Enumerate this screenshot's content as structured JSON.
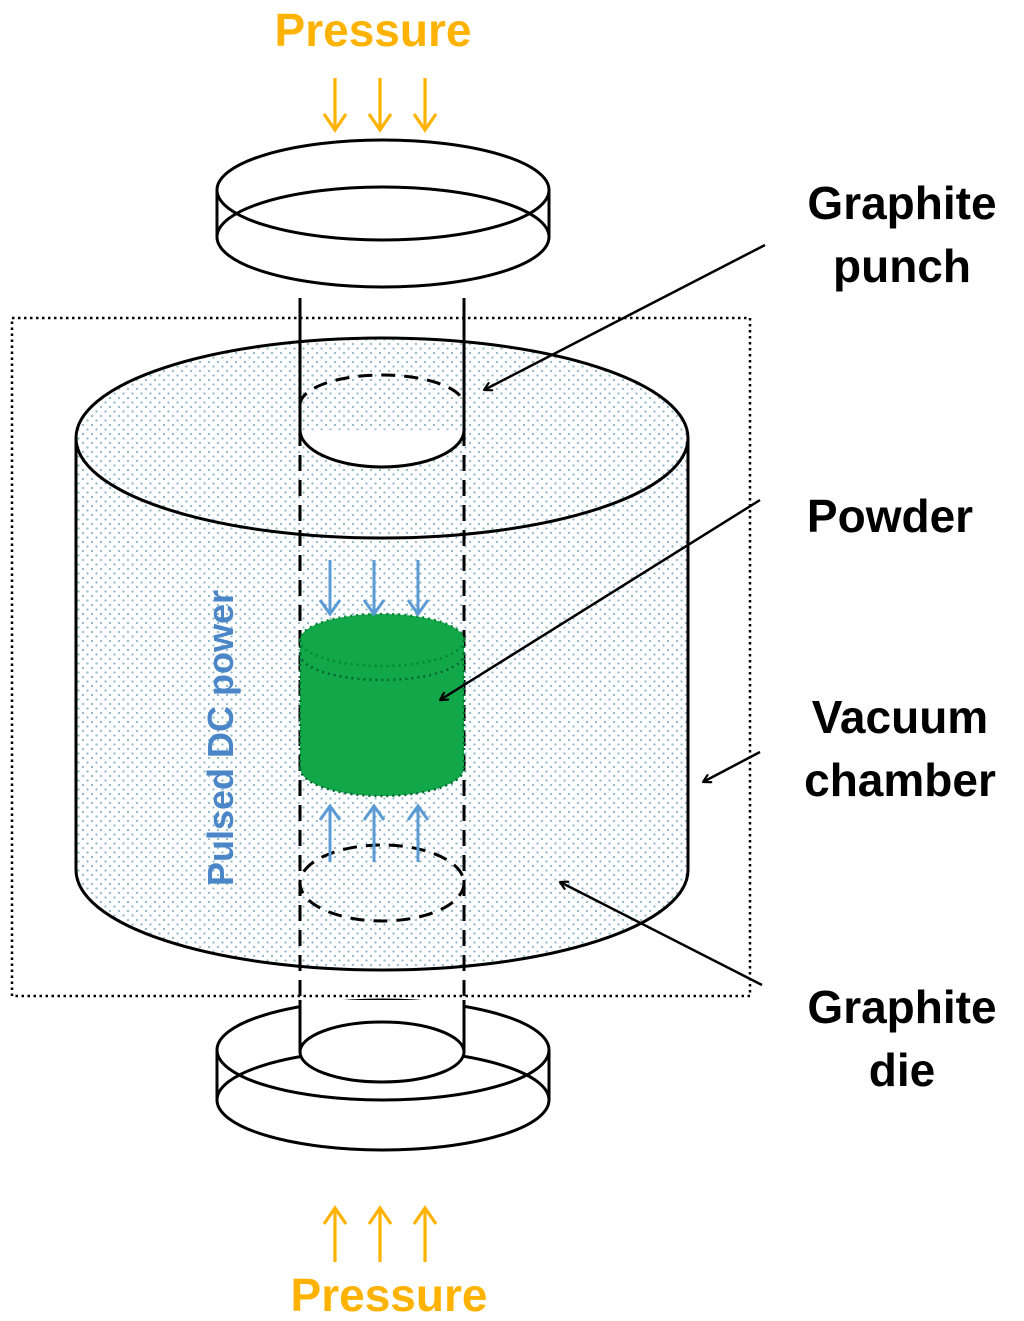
{
  "labels": {
    "pressure_top": "Pressure",
    "pressure_bottom": "Pressure",
    "graphite_punch_line1": "Graphite",
    "graphite_punch_line2": "punch",
    "powder": "Powder",
    "vacuum_line1": "Vacuum",
    "vacuum_line2": "chamber",
    "graphite_die_line1": "Graphite",
    "graphite_die_line2": "die",
    "pulsed_dc": "Pulsed DC power"
  },
  "colors": {
    "pressure": "#FFB300",
    "pulsed_dc_text": "#4A86C8",
    "current_arrows": "#5B9BD5",
    "powder": "#12A84A",
    "die_dots": "#8FB8C8",
    "outline": "#000000"
  }
}
